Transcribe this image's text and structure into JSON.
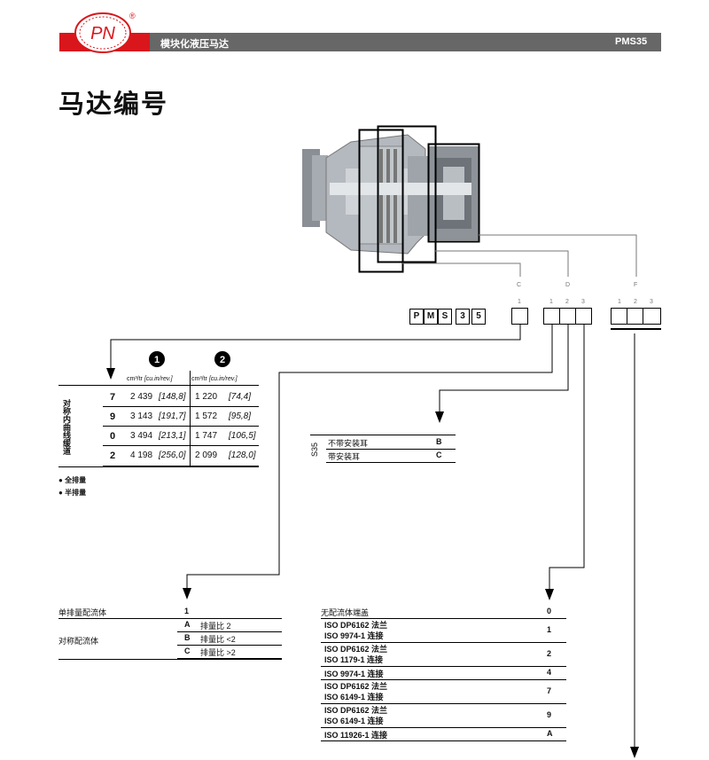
{
  "brand": {
    "logo_text": "PN",
    "registered": "®",
    "accent": "#d9161c",
    "bar_gray": "#676767"
  },
  "header": {
    "subtitle": "模块化液压马达",
    "model": "PMS35"
  },
  "page": {
    "title": "马达编号"
  },
  "code": {
    "fixed_letters": [
      "P",
      "M",
      "S",
      "3",
      "5"
    ],
    "groups": [
      {
        "letter": "C",
        "positions": [
          "1"
        ]
      },
      {
        "letter": "D",
        "positions": [
          "1",
          "2",
          "3"
        ]
      },
      {
        "letter": "F",
        "positions": [
          "1",
          "2",
          "3"
        ]
      }
    ]
  },
  "displacement": {
    "side_label": "对称内曲线缓道",
    "col_markers": [
      "1",
      "2"
    ],
    "col_headers": [
      {
        "unit": "cm³/tr",
        "alt_unit": "[cu.in/rev.]"
      },
      {
        "unit": "cm³/tr",
        "alt_unit": "[cu.in/rev.]"
      }
    ],
    "rows": [
      {
        "code": "7",
        "full": "2 439",
        "full_alt": "[148,8]",
        "half": "1 220",
        "half_alt": "[74,4]"
      },
      {
        "code": "9",
        "full": "3 143",
        "full_alt": "[191,7]",
        "half": "1 572",
        "half_alt": "[95,8]"
      },
      {
        "code": "0",
        "full": "3 494",
        "full_alt": "[213,1]",
        "half": "1 747",
        "half_alt": "[106,5]"
      },
      {
        "code": "2",
        "full": "4 198",
        "full_alt": "[256,0]",
        "half": "2 099",
        "half_alt": "[128,0]"
      }
    ],
    "legend": [
      {
        "bullet": "●",
        "text": "全排量"
      },
      {
        "bullet": "●",
        "text": "半排量"
      }
    ]
  },
  "mounting": {
    "side_label": "S35",
    "rows": [
      {
        "label": "不带安装耳",
        "code": "B"
      },
      {
        "label": "带安装耳",
        "code": "C"
      }
    ]
  },
  "distributor": {
    "single": {
      "label": "单排量配流体",
      "code": "1"
    },
    "symmetric_label": "对称配流体",
    "symmetric_rows": [
      {
        "code": "A",
        "label": "排量比 2"
      },
      {
        "code": "B",
        "label": "排量比 <2"
      },
      {
        "code": "C",
        "label": "排量比 >2"
      }
    ]
  },
  "flange": {
    "rows": [
      {
        "line1": "无配流体端盖",
        "line2": "",
        "code": "0"
      },
      {
        "line1": "ISO DP6162 法兰",
        "line2": "ISO 9974-1 连接",
        "code": "1"
      },
      {
        "line1": "ISO DP6162 法兰",
        "line2": "ISO 1179-1 连接",
        "code": "2"
      },
      {
        "line1": "ISO 9974-1 连接",
        "line2": "",
        "code": "4"
      },
      {
        "line1": "ISO DP6162 法兰",
        "line2": "ISO 6149-1 连接",
        "code": "7"
      },
      {
        "line1": "ISO DP6162 法兰",
        "line2": "ISO 6149-1 连接",
        "code": "9"
      },
      {
        "line1": "ISO 11926-1 连接",
        "line2": "",
        "code": "A"
      }
    ]
  }
}
